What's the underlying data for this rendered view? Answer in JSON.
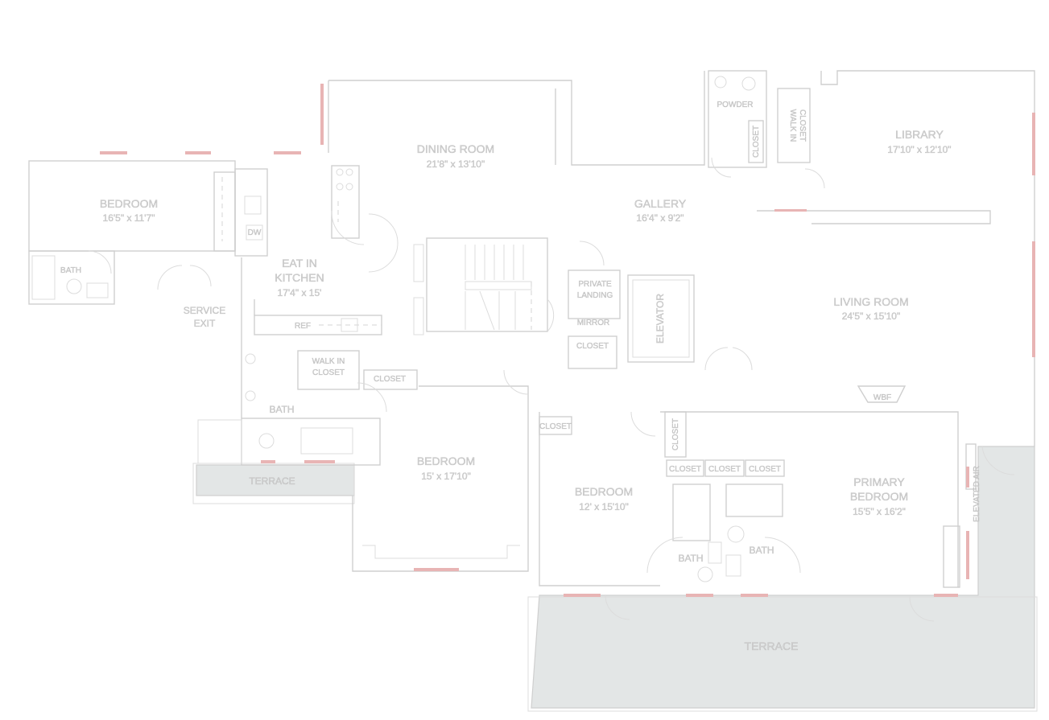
{
  "rooms": {
    "bedroom_west": {
      "name": "BEDROOM",
      "dims": "16'5\" x 11'7\""
    },
    "bath_west": {
      "name": "BATH"
    },
    "dining": {
      "name": "DINING ROOM",
      "dims": "21'8\" x 13'10\""
    },
    "kitchen": {
      "line1": "EAT IN",
      "line2": "KITCHEN",
      "dims": "17'4\" x 15'"
    },
    "service_exit": {
      "line1": "SERVICE",
      "line2": "EXIT"
    },
    "ref": {
      "name": "REF"
    },
    "dw": {
      "name": "DW"
    },
    "gallery": {
      "name": "GALLERY",
      "dims": "16'4\" x 9'2\""
    },
    "powder": {
      "name": "POWDER"
    },
    "walk_in_closet_ne": {
      "line1": "WALK IN",
      "line2": "CLOSET"
    },
    "closet_ne": {
      "name": "CLOSET"
    },
    "library": {
      "name": "LIBRARY",
      "dims": "17'10\" x 12'10\""
    },
    "private_landing": {
      "line1": "PRIVATE",
      "line2": "LANDING"
    },
    "mirror": {
      "name": "MIRROR"
    },
    "closet_landing": {
      "name": "CLOSET"
    },
    "elevator": {
      "name": "ELEVATOR"
    },
    "living": {
      "name": "LIVING ROOM",
      "dims": "24'5\" x 15'10\""
    },
    "wbf": {
      "name": "WBF"
    },
    "walk_in_closet_kitchen": {
      "line1": "WALK IN",
      "line2": "CLOSET"
    },
    "closet_hall": {
      "name": "CLOSET"
    },
    "bath_center": {
      "name": "BATH"
    },
    "terrace_small": {
      "name": "TERRACE"
    },
    "bedroom_center": {
      "name": "BEDROOM",
      "dims": "15' x 17'10\""
    },
    "closet_small": {
      "name": "CLOSET"
    },
    "bedroom_east": {
      "name": "BEDROOM",
      "dims": "12' x 15'10\""
    },
    "closet_vertical": {
      "name": "CLOSET"
    },
    "closet_row": [
      "CLOSET",
      "CLOSET",
      "CLOSET"
    ],
    "bath_primary_a": {
      "name": "BATH"
    },
    "bath_primary_b": {
      "name": "BATH"
    },
    "primary": {
      "line1": "PRIMARY",
      "line2": "BEDROOM",
      "dims": "15'5\" x 16'2\""
    },
    "elevated_air": {
      "name": "ELEVATED AIR"
    },
    "terrace_large": {
      "name": "TERRACE"
    }
  }
}
